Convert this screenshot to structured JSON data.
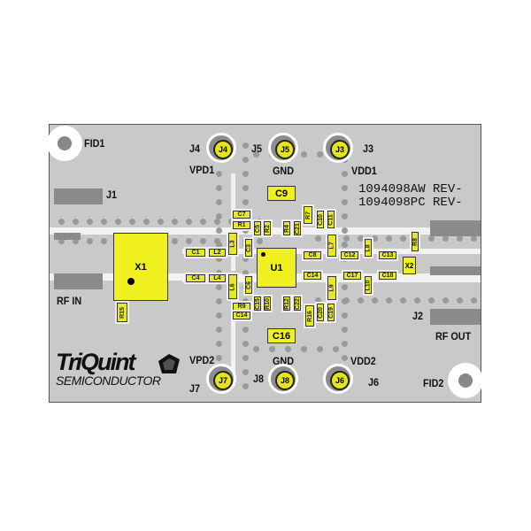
{
  "board": {
    "fiducials": [
      "FID1",
      "FID2"
    ],
    "part_numbers": [
      "1094098AW REV-",
      "1094098PC REV-"
    ],
    "rf_in": "RF IN",
    "rf_out": "RF OUT",
    "connectors": {
      "J1": "J1",
      "J2": "J2",
      "J3": "J3",
      "J4": "J4",
      "J5": "J5",
      "J6": "J6",
      "J7": "J7",
      "J8": "J8"
    },
    "nets": {
      "vpd1": "VPD1",
      "gnd_top": "GND",
      "vdd1": "VDD1",
      "vpd2": "VPD2",
      "gnd_bottom": "GND",
      "vdd2": "VDD2"
    },
    "logo": {
      "name": "TriQuint",
      "sub": "SEMICONDUCTOR"
    },
    "main_parts": {
      "x1": "X1",
      "u1": "U1",
      "x2": "X2",
      "c9": "C9",
      "c16": "C16"
    },
    "colors": {
      "board": "#c9c9c9",
      "pad": "#e8e82a",
      "trace": "#f2f2f2"
    }
  },
  "components": [
    "C7",
    "R1",
    "L3",
    "C3",
    "C5",
    "R2",
    "R4",
    "C21",
    "R7",
    "C10",
    "C11",
    "L7",
    "C8",
    "C12",
    "L8",
    "C13",
    "R8",
    "C14",
    "C17",
    "C18",
    "L9",
    "L10",
    "L6",
    "C6",
    "R9",
    "C14",
    "C15",
    "R10",
    "R12",
    "C22",
    "R16",
    "C20",
    "C19",
    "C1",
    "L2",
    "C4",
    "L4",
    "R15"
  ]
}
